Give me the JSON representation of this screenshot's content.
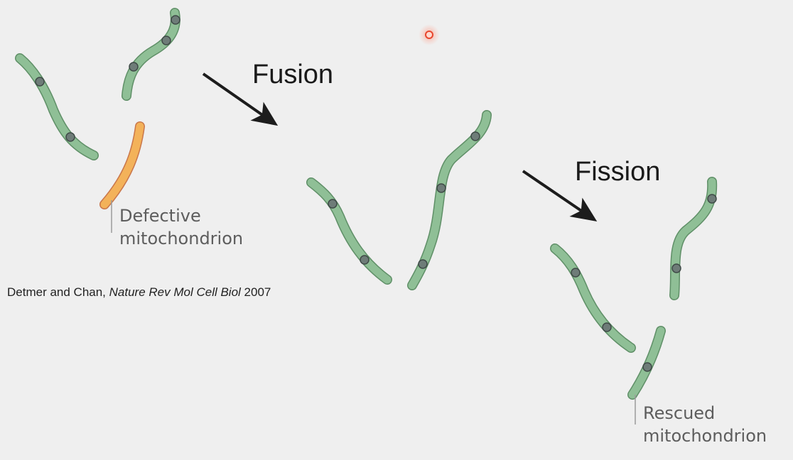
{
  "steps": {
    "fusion": "Fusion",
    "fission": "Fission"
  },
  "callouts": {
    "defective": [
      "Defective",
      "mitochondrion"
    ],
    "rescued": [
      "Rescued",
      "mitochondrion"
    ]
  },
  "citation": {
    "authors": "Detmer and Chan, ",
    "journal": "Nature Rev Mol Cell Biol",
    "year": " 2007"
  },
  "colors": {
    "healthy_fill": "#8fbf96",
    "healthy_stroke": "#5f8f67",
    "defective_fill": "#f3b25a",
    "defective_stroke": "#c9764a",
    "nucleoid_fill": "#6e7c78",
    "nucleoid_stroke": "#3f4a47",
    "arrow": "#1c1c1c"
  }
}
